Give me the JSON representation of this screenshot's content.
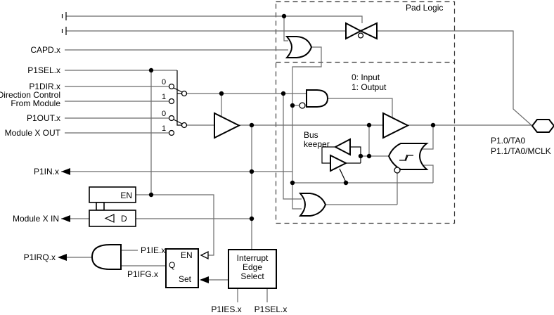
{
  "diagram": {
    "title_note": "Pad Logic",
    "mode_note_line1": "0: Input",
    "mode_note_line2": "1: Output",
    "bus_keeper_line1": "Bus",
    "bus_keeper_line2": "keeper",
    "pin_label_line1": "P1.0/TA0",
    "pin_label_line2": "P1.1/TA0/MCLK",
    "left_signals": {
      "capd": "CAPD.x",
      "p1sel": "P1SEL.x",
      "p1dir": "P1DIR.x",
      "dir_ctl_line1": "Direction Control",
      "dir_ctl_line2": "From Module",
      "p1out": "P1OUT.x",
      "module_out": "Module X OUT",
      "p1in": "P1IN.x",
      "module_in": "Module X IN",
      "p1irq": "P1IRQ.x"
    },
    "mux": {
      "dir_sel0": "0",
      "dir_sel1": "1",
      "out_sel0": "0",
      "out_sel1": "1"
    },
    "input_register": {
      "en": "EN",
      "d": "D"
    },
    "irq_logic": {
      "p1ie": "P1IE.x",
      "p1ifg": "P1IFG.x",
      "q": "Q",
      "en": "EN",
      "set": "Set"
    },
    "edge_select": {
      "line1": "Interrupt",
      "line2": "Edge",
      "line3": "Select",
      "p1ies": "P1IES.x",
      "p1sel": "P1SEL.x"
    }
  },
  "colors": {
    "wire": "#6b6b6b",
    "ink": "#000000",
    "background": "#ffffff"
  }
}
